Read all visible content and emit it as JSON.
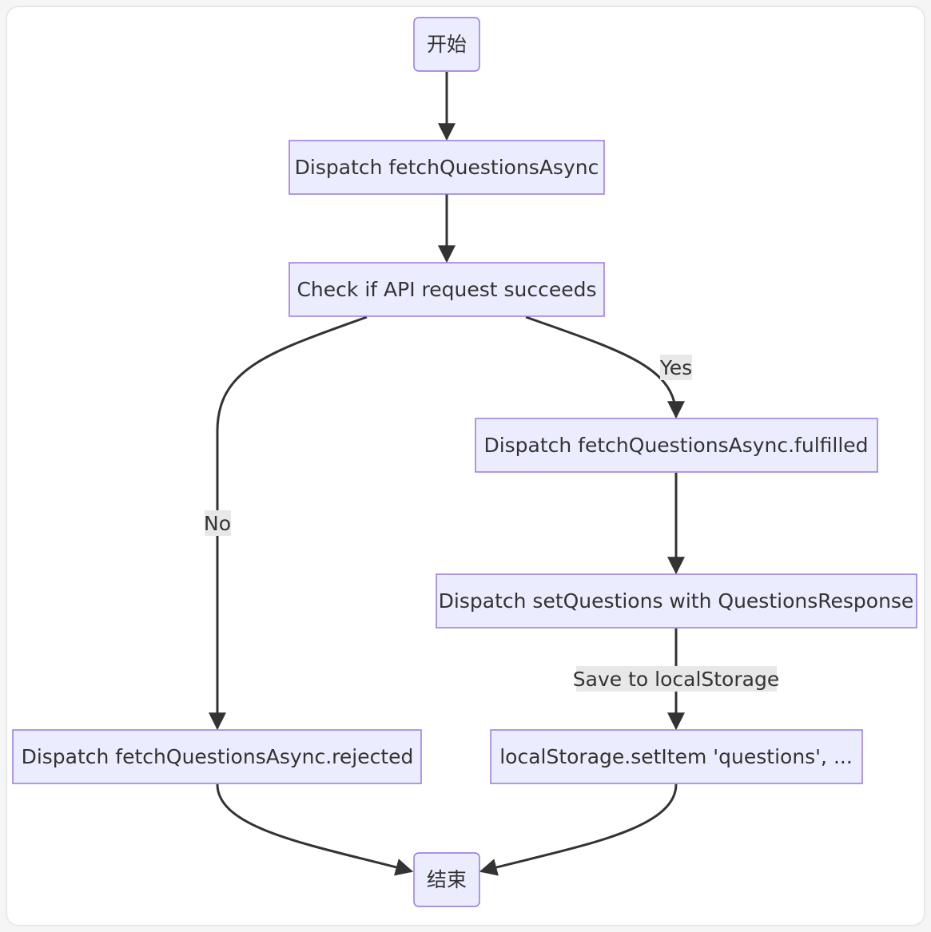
{
  "diagram": {
    "type": "flowchart",
    "colors": {
      "node_fill": "#ECECFF",
      "node_stroke": "#9370DB",
      "edge": "#333333",
      "label_bg": "#e8e8e8",
      "text": "#333333"
    },
    "nodes": [
      {
        "id": "start",
        "label": "开始"
      },
      {
        "id": "dispatch",
        "label": "Dispatch fetchQuestionsAsync"
      },
      {
        "id": "check",
        "label": "Check if API request succeeds"
      },
      {
        "id": "fulfilled",
        "label": "Dispatch fetchQuestionsAsync.fulfilled"
      },
      {
        "id": "setq",
        "label": "Dispatch setQuestions with QuestionsResponse"
      },
      {
        "id": "rejected",
        "label": "Dispatch fetchQuestionsAsync.rejected"
      },
      {
        "id": "storage",
        "label": "localStorage.setItem 'questions', ..."
      },
      {
        "id": "end",
        "label": "结束"
      }
    ],
    "edges": [
      {
        "from": "start",
        "to": "dispatch",
        "label": ""
      },
      {
        "from": "dispatch",
        "to": "check",
        "label": ""
      },
      {
        "from": "check",
        "to": "fulfilled",
        "label": "Yes"
      },
      {
        "from": "check",
        "to": "rejected",
        "label": "No"
      },
      {
        "from": "fulfilled",
        "to": "setq",
        "label": ""
      },
      {
        "from": "setq",
        "to": "storage",
        "label": "Save to localStorage"
      },
      {
        "from": "rejected",
        "to": "end",
        "label": ""
      },
      {
        "from": "storage",
        "to": "end",
        "label": ""
      }
    ]
  }
}
